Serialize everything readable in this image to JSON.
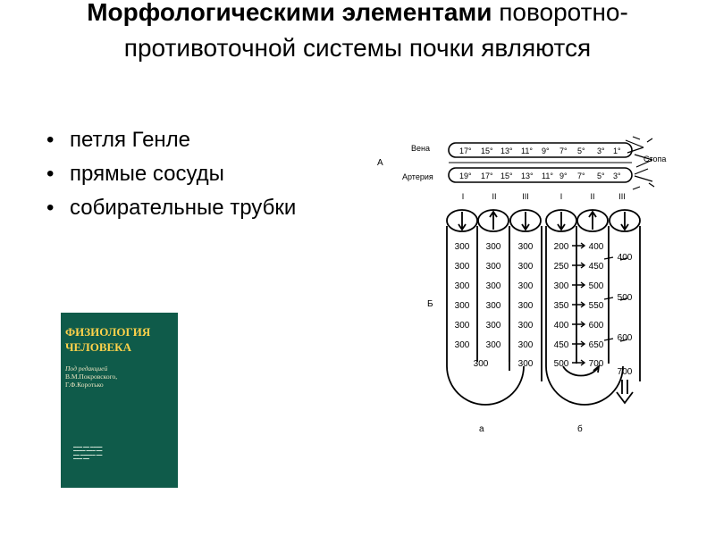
{
  "title": {
    "bold": "Морфологическими элементами",
    "rest": " поворотно-противоточной системы почки являются"
  },
  "bullets": [
    "петля Генле",
    "прямые сосуды",
    "собирательные трубки"
  ],
  "book": {
    "title_line1": "ФИЗИОЛОГИЯ",
    "title_line2": "ЧЕЛОВЕКА",
    "editors_line1": "Под редакцией",
    "editors_line2": "В.М.Покровского,",
    "editors_line3": "Г.Ф.Коротько"
  },
  "diagram": {
    "label_a": "А",
    "label_b": "Б",
    "vein": "Вена",
    "artery": "Артерия",
    "foot": "Стопа",
    "vein_temps": [
      "17°",
      "15°",
      "13°",
      "11°",
      "9°",
      "7°",
      "5°",
      "3°",
      "1°"
    ],
    "artery_temps": [
      "19°",
      "17°",
      "15°",
      "13°",
      "11°",
      "9°",
      "7°",
      "5°",
      "3°"
    ],
    "roman": [
      "I",
      "II",
      "III",
      "I",
      "II",
      "III"
    ],
    "col_a1": [
      "300",
      "300",
      "300",
      "300",
      "300",
      "300"
    ],
    "col_a2": [
      "300",
      "300",
      "300",
      "300",
      "300",
      "300"
    ],
    "col_a3": [
      "300",
      "300",
      "300",
      "300",
      "300",
      "300",
      "300"
    ],
    "col_a_bottom": "300",
    "col_b1": [
      "200",
      "250",
      "300",
      "350",
      "400",
      "450",
      "500"
    ],
    "col_b2": [
      "400",
      "450",
      "500",
      "550",
      "600",
      "650",
      "700"
    ],
    "col_b3": [
      "400",
      "500",
      "600",
      "700"
    ],
    "sub_a": "а",
    "sub_b": "б"
  }
}
